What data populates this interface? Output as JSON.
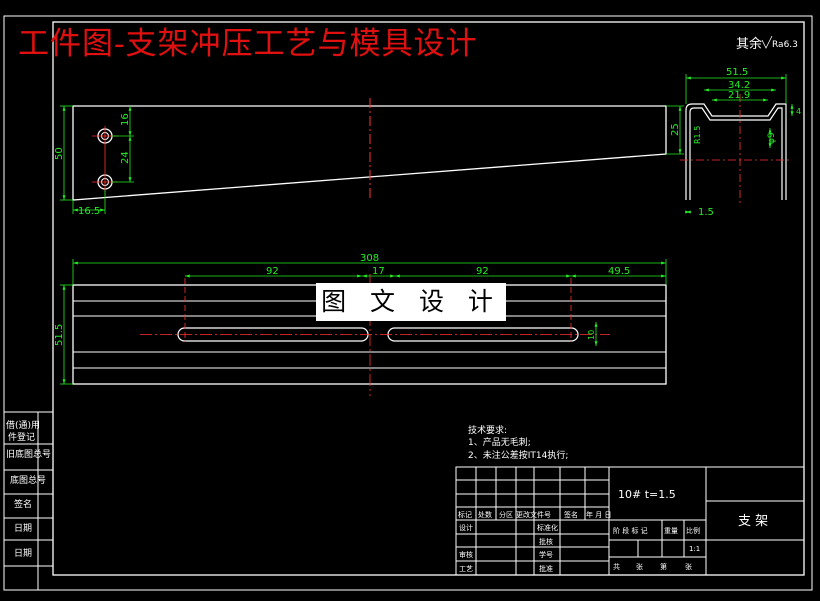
{
  "banner": "工件图-支架冲压工艺与模具设计",
  "watermark": "图 文 设 计",
  "roughness": {
    "prefix": "其余",
    "symbol": "Ra6.3"
  },
  "dims_top_view": {
    "height": "50",
    "hole_pitch_a": "16",
    "hole_pitch_b": "24",
    "edge": "16.5",
    "right_height": "25"
  },
  "dims_section": {
    "overall": "51.5",
    "mid": "34.2",
    "inner": "21.9",
    "side_a": "4",
    "side_b": "1.5",
    "radius": "R1.5",
    "hole": "φ9",
    "thickness": "1.5"
  },
  "dims_plan": {
    "overall_length": "308",
    "slot_a": "92",
    "gap": "17",
    "slot_b": "92",
    "end": "49.5",
    "width": "51.5",
    "slot_w": "10"
  },
  "tech": {
    "title": "技术要求:",
    "items": [
      "1、产品无毛刺;",
      "2、未注公差按IT14执行;"
    ]
  },
  "side_labels": [
    "借(通)用",
    "件登记",
    "旧底图总号",
    "底图总号",
    "签名",
    "日期",
    "日期"
  ],
  "title_block": {
    "material": "10#  t=1.5",
    "part_name": "支 架",
    "header_cells": [
      "标记",
      "处数",
      "分区",
      "更改文件号",
      "签名",
      "年 月 日"
    ],
    "roles_left": [
      "设计",
      "审核",
      "工艺"
    ],
    "roles_mid": [
      "标准化",
      "批核",
      "学号",
      "批准"
    ],
    "stage_labels": [
      "阶 段 标 记",
      "重量",
      "比例"
    ],
    "scale": "1:1",
    "sheet_labels": [
      "共",
      "张",
      "第",
      "张"
    ]
  },
  "colors": {
    "outline": "#ffffff",
    "dimension": "#22ee22",
    "center": "#ff3030",
    "text": "#ffffff",
    "frame": "#ffffff"
  }
}
